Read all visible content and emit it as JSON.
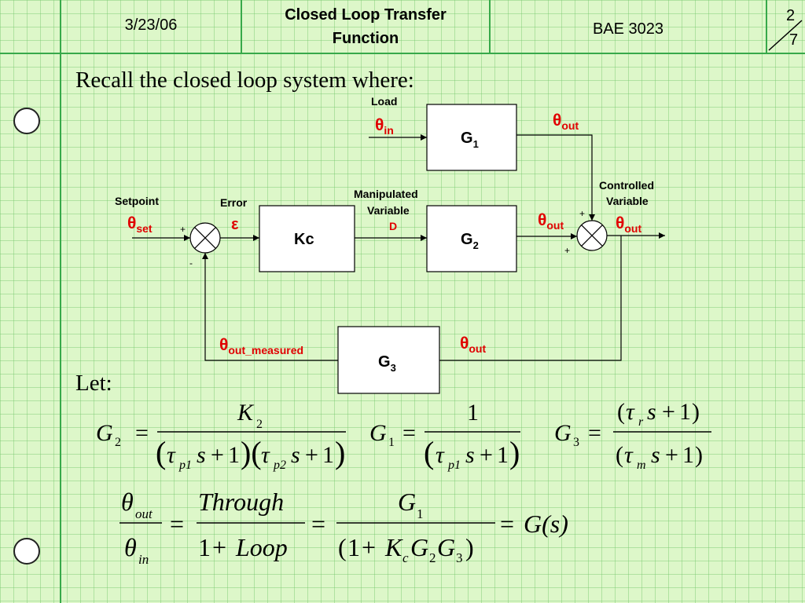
{
  "header": {
    "date": "3/23/06",
    "title_line1": "Closed Loop Transfer",
    "title_line2": "Function",
    "course": "BAE 3023",
    "page_current": "2",
    "page_total": "7"
  },
  "body": {
    "intro": "Recall the closed loop system where:",
    "let_label": "Let:"
  },
  "diagram": {
    "blocks": {
      "g1": "G",
      "g1_sub": "1",
      "g2": "G",
      "g2_sub": "2",
      "g3": "G",
      "g3_sub": "3",
      "kc": "Kc"
    },
    "labels": {
      "load": "Load",
      "setpoint": "Setpoint",
      "error": "Error",
      "manipulated_line1": "Manipulated",
      "manipulated_line2": "Variable",
      "manipulated_line3": "D",
      "controlled_line1": "Controlled",
      "controlled_line2": "Variable",
      "plus": "+",
      "minus": "-"
    },
    "signals": {
      "theta": "θ",
      "epsilon": "ε",
      "in": "in",
      "set": "set",
      "out": "out",
      "out_measured": "out_measured"
    }
  },
  "equations": {
    "G": "G",
    "K": "K",
    "one": "1",
    "tau": "τ",
    "s": "s",
    "p1": "p1",
    "p2": "p2",
    "r": "r",
    "m": "m",
    "c": "c",
    "two": "2",
    "three": "3",
    "through": "Through",
    "loop": "Loop",
    "gs": "G(s)"
  },
  "colors": {
    "background": "#ddf7c9",
    "grid": "#78c86e",
    "rule": "#37a94a",
    "signal_red": "#e00000"
  }
}
